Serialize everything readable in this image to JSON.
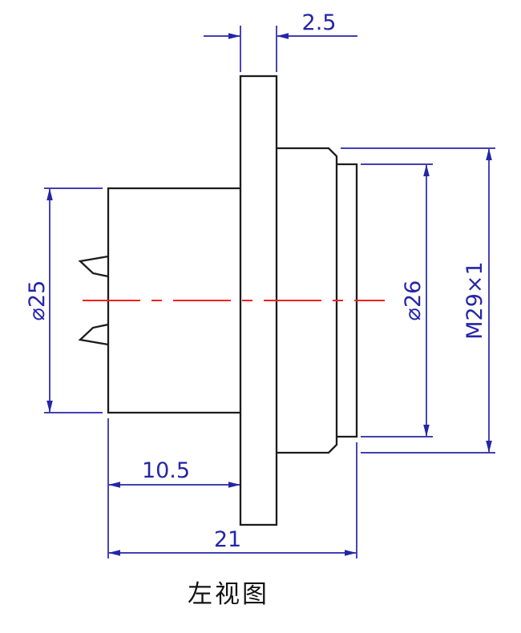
{
  "drawing": {
    "title": "左视图",
    "view_name": "left-view",
    "dimensions": {
      "flange_thickness": "2.5",
      "body_diameter": "⌀25",
      "front_diameter": "⌀26",
      "thread_spec": "M29×1",
      "body_length": "10.5",
      "total_length": "21"
    },
    "colors": {
      "background": "#ffffff",
      "outline": "#1c1c1c",
      "dimension": "#2525a8",
      "centerline": "#f42020"
    }
  }
}
